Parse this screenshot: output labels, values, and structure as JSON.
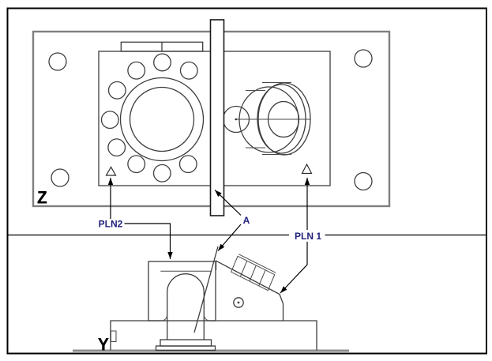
{
  "colors": {
    "background": "#ffffff",
    "frame": "#000000",
    "geometry_lines": "#3d3d3d",
    "plate_outline": "#7f7f7f",
    "ground_line": "#8c8c8c",
    "annotation_lines": "#000000",
    "feature_label_text": "#20207c",
    "view_label_text": "#000000"
  },
  "views": {
    "top": {
      "view_label": "Z"
    },
    "front": {
      "view_label": "Y"
    }
  },
  "annotations": {
    "plane2": {
      "label": "PLN2"
    },
    "plane1": {
      "label": "PLN 1"
    },
    "datum": {
      "label": "A"
    }
  },
  "geometry_summary": {
    "flange_bolt_holes_visible": 9,
    "plate_corner_holes": 4,
    "datum_triangles": 2
  }
}
